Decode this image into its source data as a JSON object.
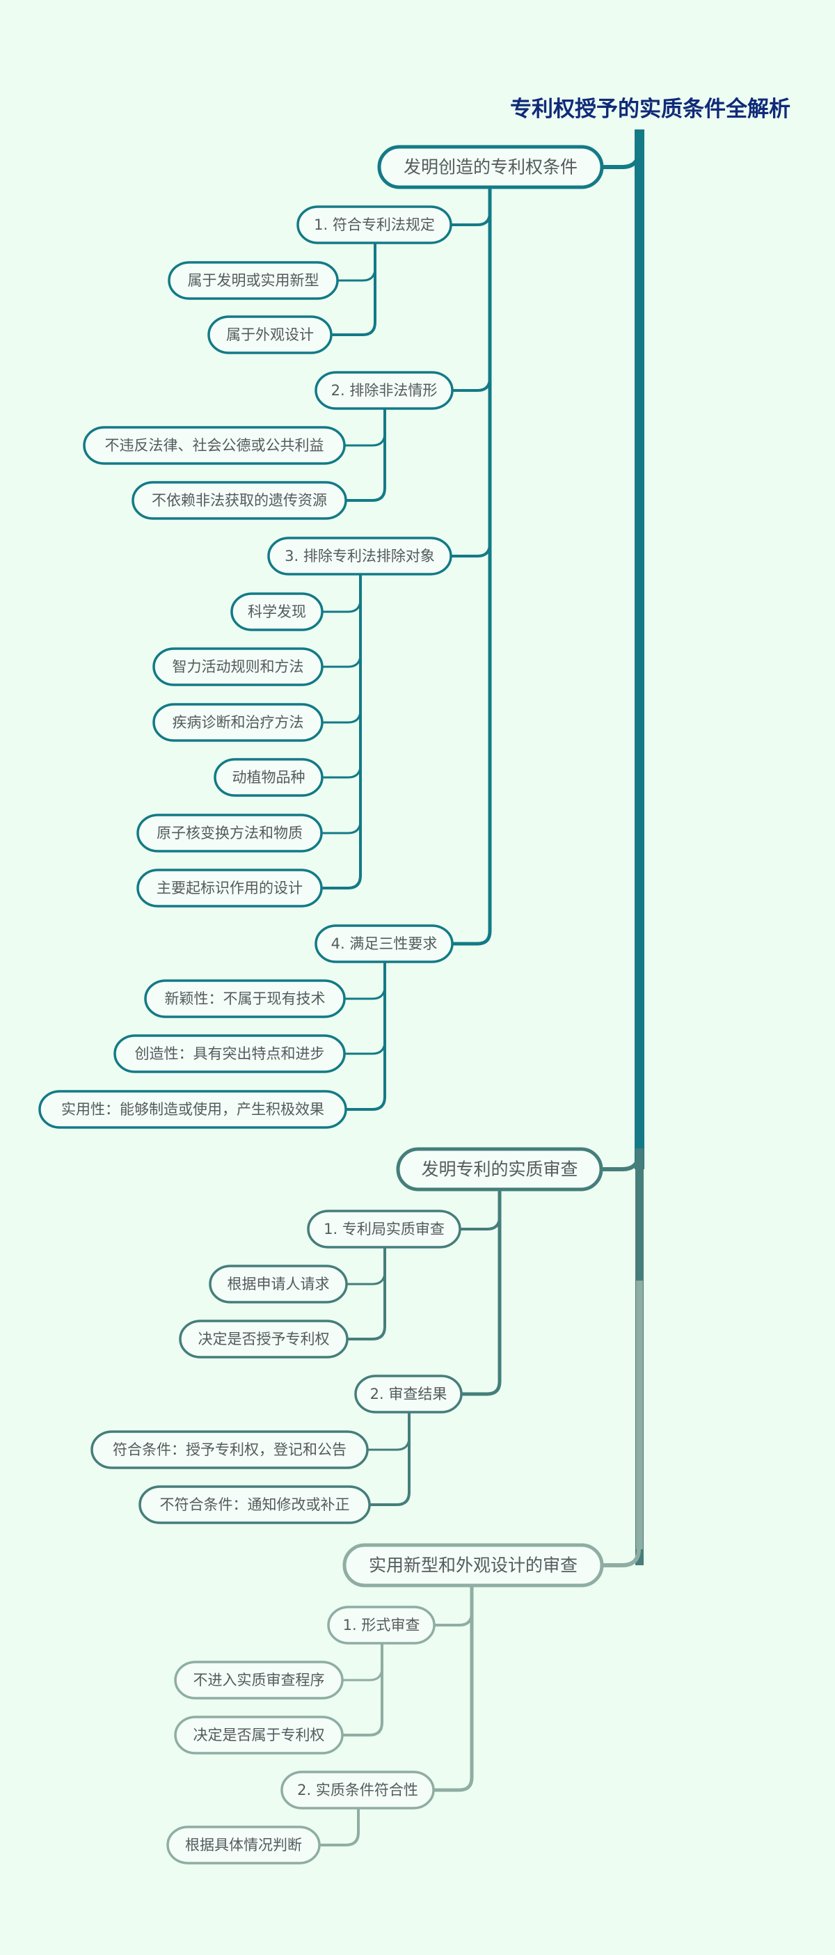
{
  "title": "专利权授予的实质条件全解析",
  "colors": {
    "background": "#edfdf2",
    "title": "#0f2a78",
    "node_fill": "#f4fdf8",
    "node_text": "#555a5c",
    "branch_1": "#137a86",
    "branch_2": "#457e7a",
    "branch_3": "#8fada3",
    "trunk_1": "#137a86",
    "trunk_2": "#457e7a",
    "trunk_3": "#8fada3"
  },
  "branches": [
    {
      "label": "发明创造的专利权条件",
      "groups": [
        {
          "label": "1. 符合专利法规定",
          "items": [
            "属于发明或实用新型",
            "属于外观设计"
          ]
        },
        {
          "label": "2. 排除非法情形",
          "items": [
            "不违反法律、社会公德或公共利益",
            "不依赖非法获取的遗传资源"
          ]
        },
        {
          "label": "3. 排除专利法排除对象",
          "items": [
            "科学发现",
            "智力活动规则和方法",
            "疾病诊断和治疗方法",
            "动植物品种",
            "原子核变换方法和物质",
            "主要起标识作用的设计"
          ]
        },
        {
          "label": "4. 满足三性要求",
          "items": [
            "新颖性：不属于现有技术",
            "创造性：具有突出特点和进步",
            "实用性：能够制造或使用，产生积极效果"
          ]
        }
      ]
    },
    {
      "label": "发明专利的实质审查",
      "groups": [
        {
          "label": "1. 专利局实质审查",
          "items": [
            "根据申请人请求",
            "决定是否授予专利权"
          ]
        },
        {
          "label": "2. 审查结果",
          "items": [
            "符合条件：授予专利权，登记和公告",
            "不符合条件：通知修改或补正"
          ]
        }
      ]
    },
    {
      "label": "实用新型和外观设计的审查",
      "groups": [
        {
          "label": "1. 形式审查",
          "items": [
            "不进入实质审查程序",
            "决定是否属于专利权"
          ]
        },
        {
          "label": "2. 实质条件符合性",
          "items": [
            "根据具体情况判断"
          ]
        }
      ]
    }
  ]
}
